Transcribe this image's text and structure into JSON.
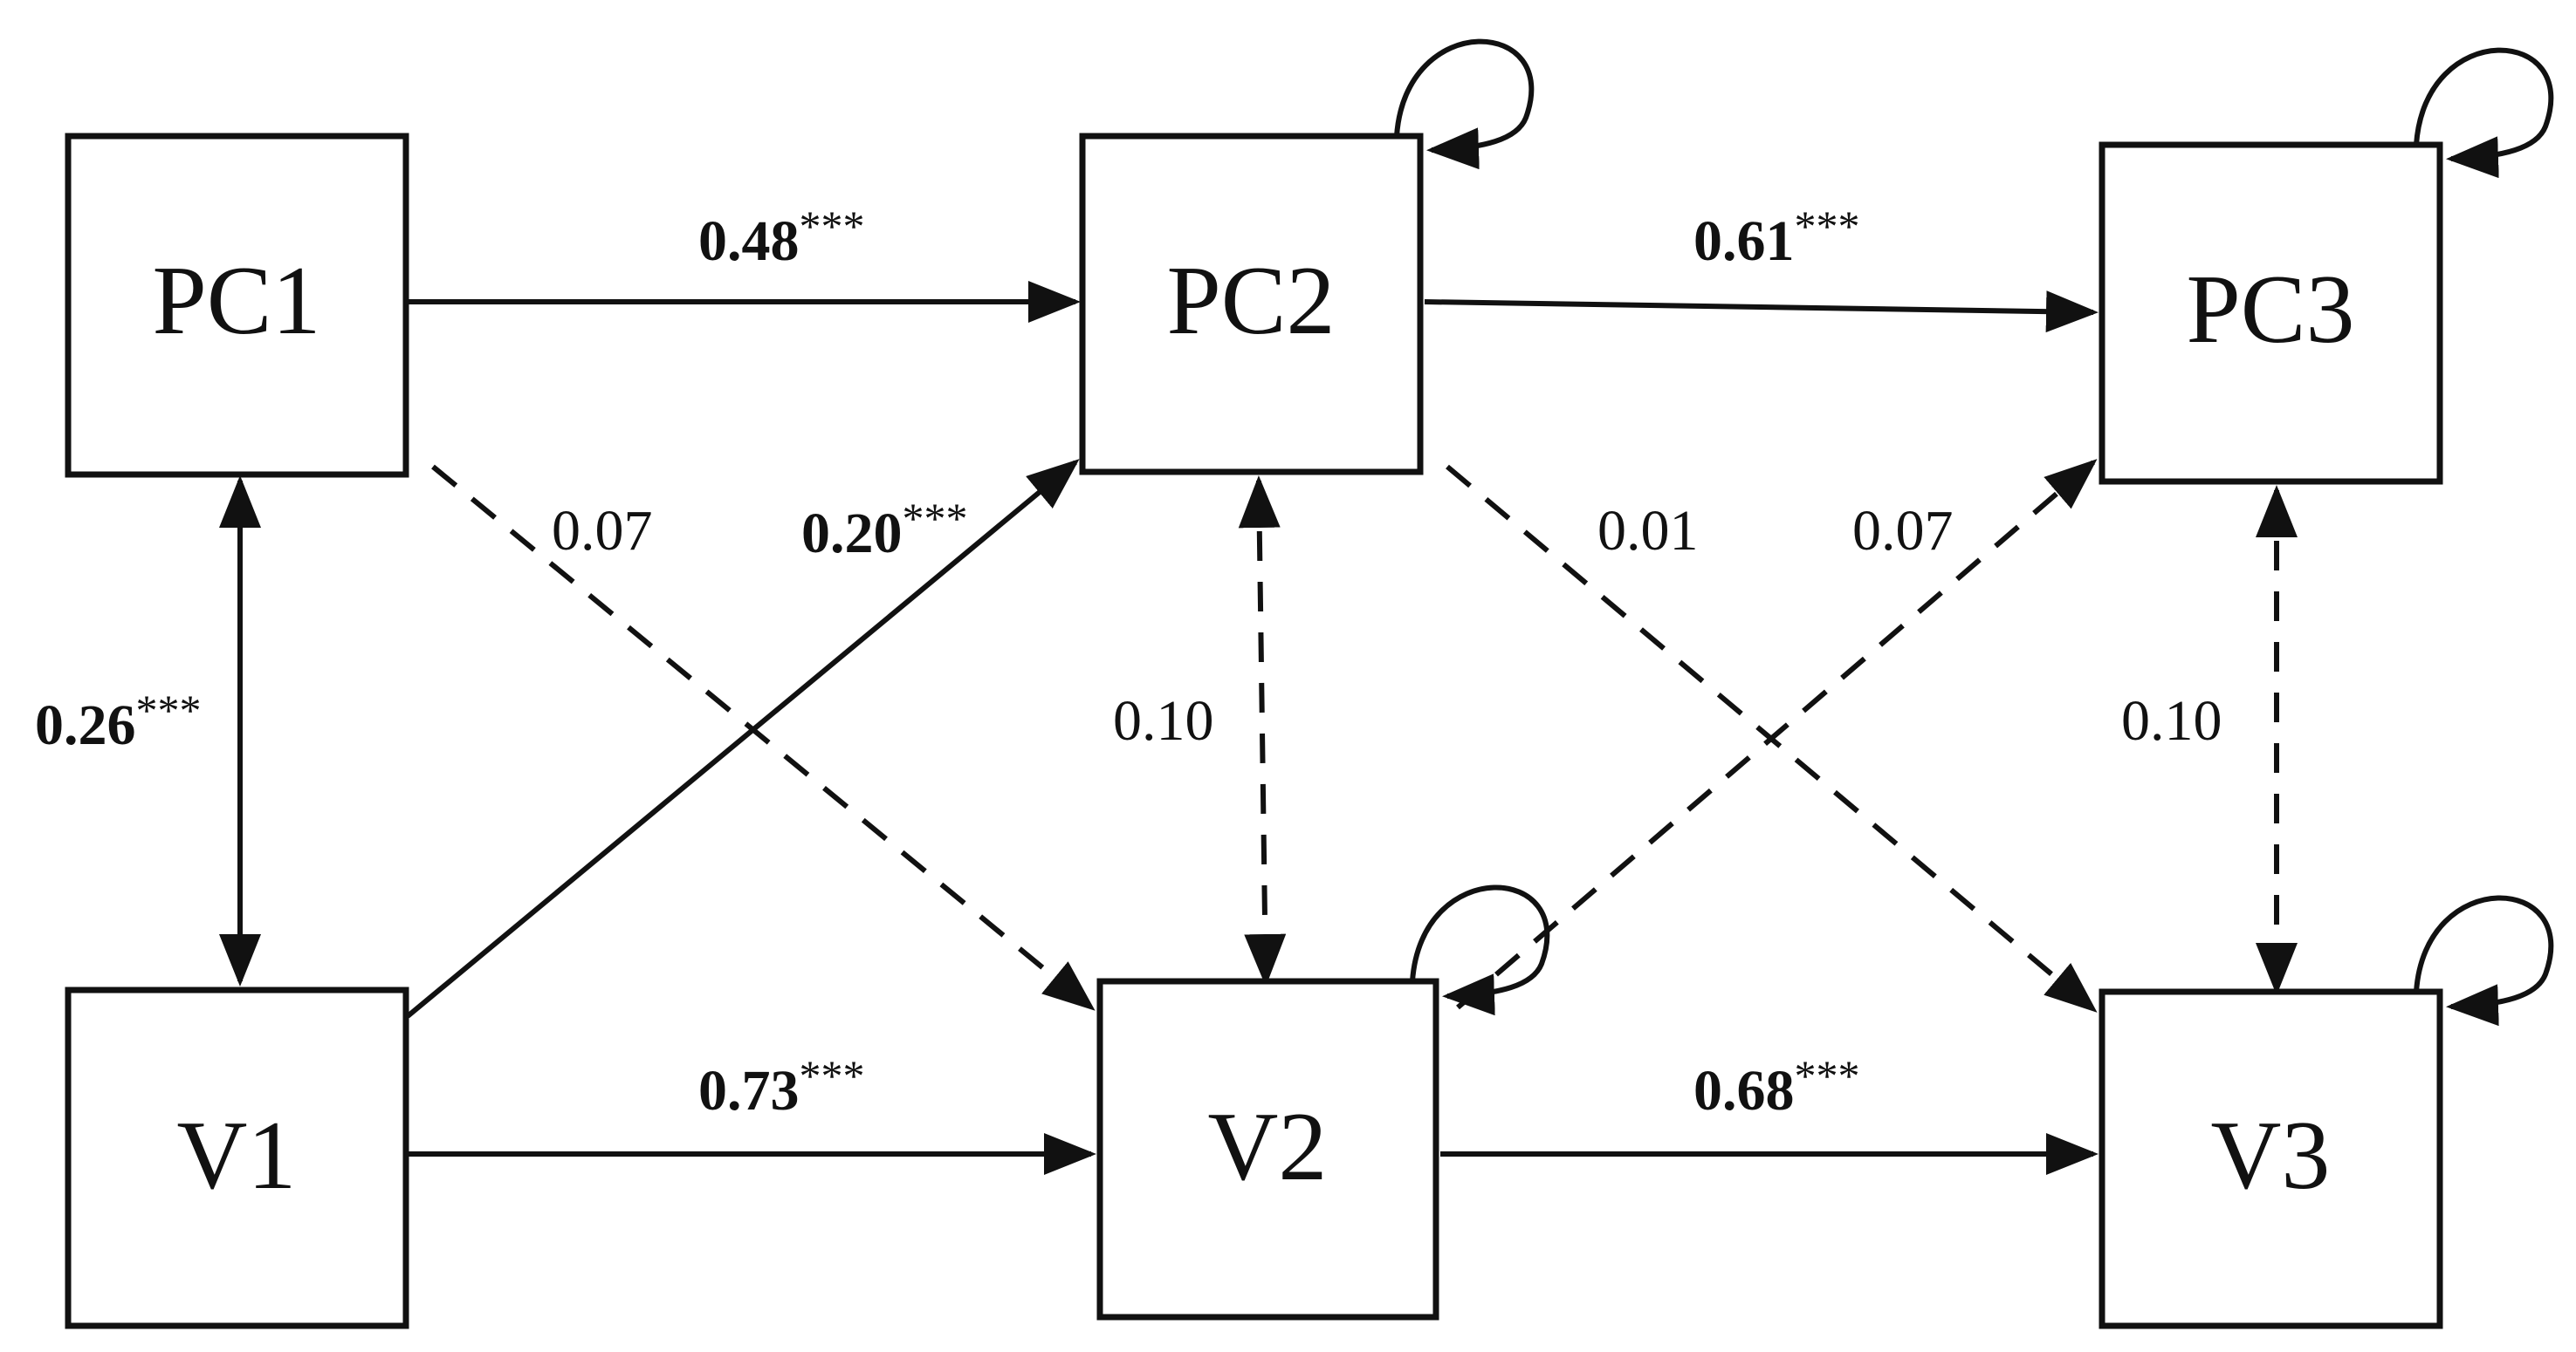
{
  "nodes": {
    "pc1": "PC1",
    "pc2": "PC2",
    "pc3": "PC3",
    "v1": "V1",
    "v2": "V2",
    "v3": "V3"
  },
  "paths": {
    "pc1_pc2": {
      "value": "0.48",
      "sig": "***"
    },
    "pc2_pc3": {
      "value": "0.61",
      "sig": "***"
    },
    "v1_v2": {
      "value": "0.73",
      "sig": "***"
    },
    "v2_v3": {
      "value": "0.68",
      "sig": "***"
    },
    "v1_pc2": {
      "value": "0.20",
      "sig": "***"
    },
    "pc1_v1": {
      "value": "0.26",
      "sig": "***"
    },
    "pc1_v2": {
      "value": "0.07",
      "sig": ""
    },
    "pc2_v3": {
      "value": "0.01",
      "sig": ""
    },
    "v2_pc3": {
      "value": "0.07",
      "sig": ""
    },
    "pc2_v2": {
      "value": "0.10",
      "sig": ""
    },
    "pc3_v3": {
      "value": "0.10",
      "sig": ""
    }
  }
}
